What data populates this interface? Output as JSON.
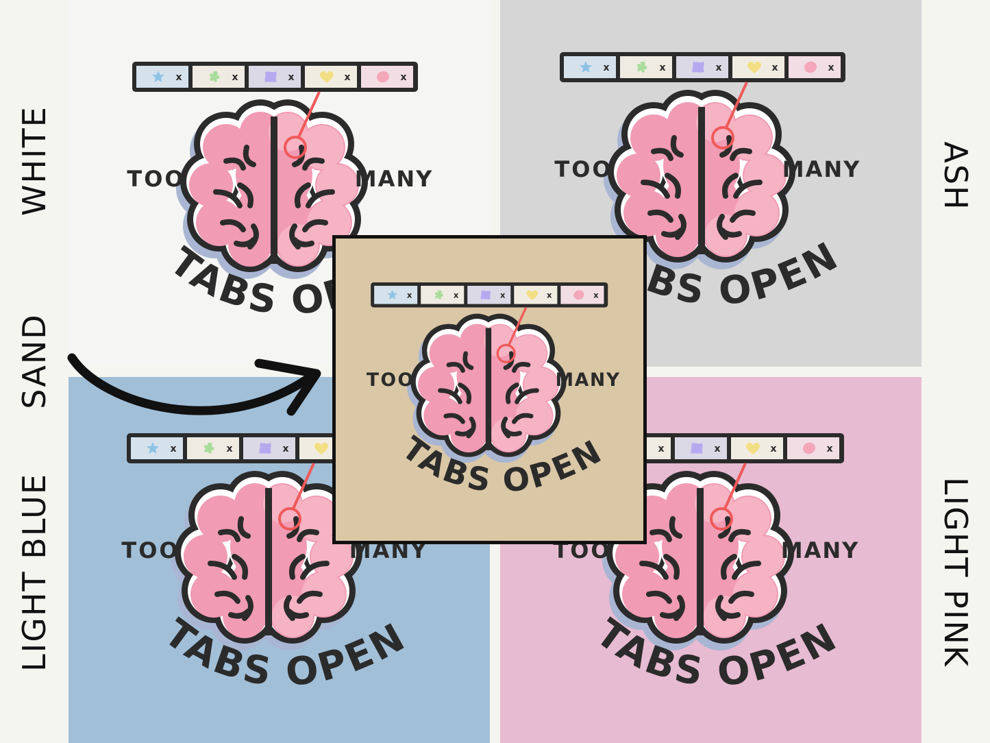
{
  "design": {
    "left_word": "TOO",
    "right_word": "MANY",
    "arc_text": "TABS OPEN",
    "tabs": [
      {
        "icon": "star-icon",
        "color": "#8ec3e6",
        "bg": "#d5e2ec",
        "close": "x"
      },
      {
        "icon": "flower-icon",
        "color": "#a8dc9a",
        "bg": "#efebe2",
        "close": "x"
      },
      {
        "icon": "blob-icon",
        "color": "#b7a9f0",
        "bg": "#dcd9e6",
        "close": "x"
      },
      {
        "icon": "heart-icon",
        "color": "#f3df83",
        "bg": "#f1ece2",
        "close": "x"
      },
      {
        "icon": "circle-icon",
        "color": "#f4a7b9",
        "bg": "#f2dde4",
        "close": "x"
      }
    ]
  },
  "variants": [
    {
      "id": "white",
      "label": "WHITE",
      "color": "#f5f5f3"
    },
    {
      "id": "ash",
      "label": "ASH",
      "color": "#d6d6d6"
    },
    {
      "id": "light-blue",
      "label": "LIGHT BLUE",
      "color": "#a2bfd8"
    },
    {
      "id": "light-pink",
      "label": "LIGHT PINK",
      "color": "#e7bbd2"
    },
    {
      "id": "sand",
      "label": "SAND",
      "color": "#dac7a6"
    }
  ],
  "colors": {
    "ink": "#2b2b2b",
    "brain": "#f19bb4",
    "brain_light": "#f5b3c3",
    "pointer": "#ef5a5a",
    "shadow": "#a9b6d3",
    "page": "#f4f5ef"
  }
}
